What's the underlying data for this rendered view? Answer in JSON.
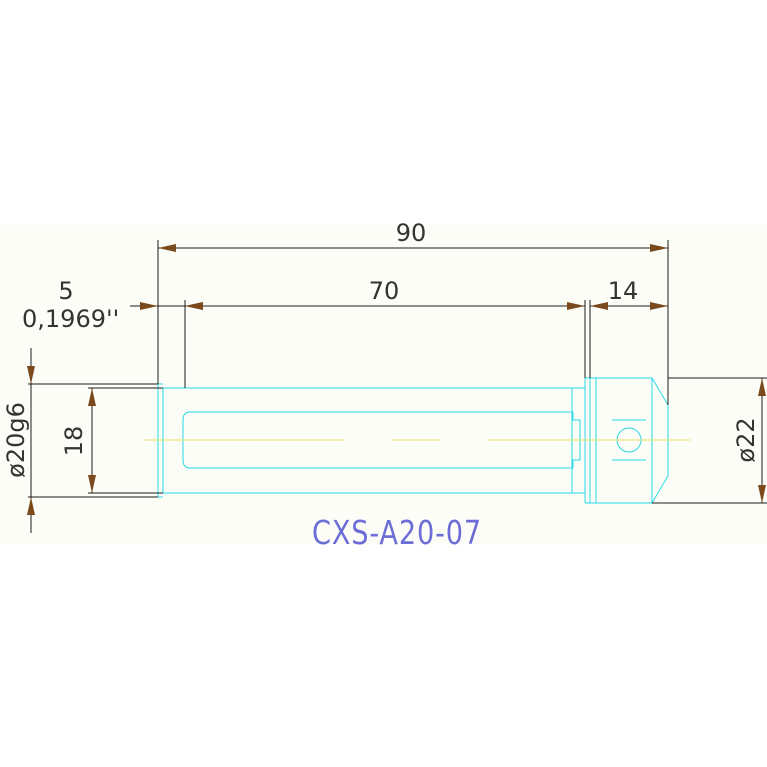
{
  "drawing": {
    "part_number": "CXS-A20-07",
    "dimensions": {
      "overall_length": "90",
      "main_length": "70",
      "head_length": "14",
      "offset": "5",
      "offset_inch": "0,1969''",
      "slot_width": "18",
      "shank_diameter": "ø20g6",
      "head_diameter": "ø22"
    }
  },
  "colors": {
    "part_outline": "#27d9e8",
    "dimension_line": "#1a1a1a",
    "arrowhead": "#7a4a1c",
    "centerline": "#e8e06a",
    "title": "#6d6dd8",
    "background": "#fdfdf8"
  }
}
